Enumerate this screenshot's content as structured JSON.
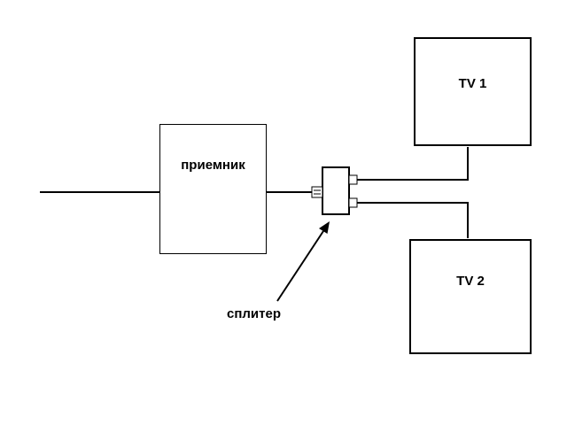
{
  "diagram": {
    "background_color": "#ffffff",
    "line_color": "#000000",
    "receiver": {
      "label": "приемник"
    },
    "tv1": {
      "label": "TV 1"
    },
    "tv2": {
      "label": "TV 2"
    },
    "splitter": {
      "label": "сплитер"
    }
  }
}
